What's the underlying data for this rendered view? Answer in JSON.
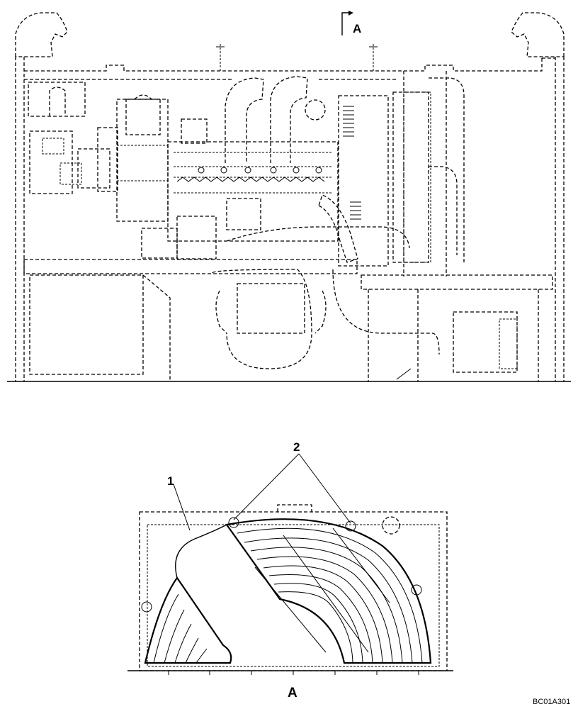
{
  "top_view": {
    "section_label": "A"
  },
  "detail_view": {
    "callouts": [
      {
        "number": "1"
      },
      {
        "number": "2"
      }
    ],
    "view_label": "A"
  },
  "figure_code": "BC01A301"
}
